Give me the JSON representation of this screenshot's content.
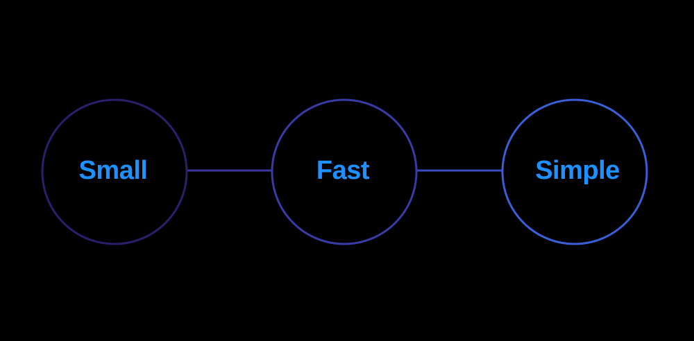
{
  "diagram": {
    "background": "#000000",
    "label_color": "#1e90ff",
    "nodes": [
      {
        "label": "Small",
        "stroke": "#2a1f6a"
      },
      {
        "label": "Fast",
        "stroke": "#3a3aa6"
      },
      {
        "label": "Simple",
        "stroke": "#3b5ed6"
      }
    ],
    "connectors": [
      {
        "from": "Small",
        "to": "Fast",
        "stroke": "#3c37a0"
      },
      {
        "from": "Fast",
        "to": "Simple",
        "stroke": "#3a4bc0"
      }
    ]
  }
}
